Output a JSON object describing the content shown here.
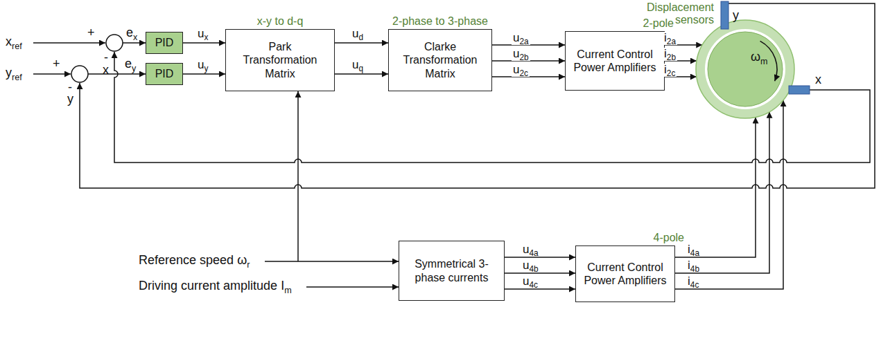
{
  "diagram": {
    "nodes": [
      {
        "text": [
          "PID"
        ]
      },
      {
        "text": [
          "PID"
        ]
      },
      {
        "text": [
          "x-y to d-q",
          "Park Transformation Matrix"
        ]
      },
      {
        "text": [
          "2-phase to 3-phase",
          "Clarke Transformation Matrix"
        ]
      },
      {
        "text": [
          "2-pole",
          "Current Control Power Amplifiers"
        ]
      },
      {
        "text": [
          "Symmetrical 3-phase currents"
        ]
      },
      {
        "text": [
          "4-pole",
          "Current Control Power Amplifiers"
        ]
      },
      {
        "text": [
          "ωm"
        ]
      }
    ],
    "edges": [
      {
        "from": 0,
        "to": 2,
        "arrow": "to",
        "label": "ux"
      },
      {
        "from": 1,
        "to": 2,
        "arrow": "to",
        "label": "uy"
      },
      {
        "from": 2,
        "to": 3,
        "arrow": "to",
        "label": "ud"
      },
      {
        "from": 2,
        "to": 3,
        "arrow": "to",
        "label": "uq"
      },
      {
        "from": 3,
        "to": 4,
        "arrow": "to",
        "label": "u2a"
      },
      {
        "from": 3,
        "to": 4,
        "arrow": "to",
        "label": "u2b"
      },
      {
        "from": 3,
        "to": 4,
        "arrow": "to",
        "label": "u2c"
      },
      {
        "from": 4,
        "to": 7,
        "arrow": "to",
        "label": "i2a"
      },
      {
        "from": 4,
        "to": 7,
        "arrow": "to",
        "label": "i2b"
      },
      {
        "from": 4,
        "to": 7,
        "arrow": "to",
        "label": "i2c"
      },
      {
        "from": 5,
        "to": 6,
        "arrow": "to",
        "label": "u4a"
      },
      {
        "from": 5,
        "to": 6,
        "arrow": "to",
        "label": "u4b"
      },
      {
        "from": 5,
        "to": 6,
        "arrow": "to",
        "label": "u4c"
      },
      {
        "from": 6,
        "to": 7,
        "arrow": "to",
        "label": "i4a"
      },
      {
        "from": 6,
        "to": 7,
        "arrow": "to",
        "label": "i4b"
      },
      {
        "from": 6,
        "to": 7,
        "arrow": "to",
        "label": "i4c"
      }
    ],
    "labels": [
      "xref",
      "+",
      "-",
      "x",
      "ex",
      "yref",
      "+",
      "-",
      "y",
      "ey",
      "Displacement sensors",
      "y",
      "x",
      "Reference speed ωr",
      "Driving current amplitude Im"
    ]
  }
}
